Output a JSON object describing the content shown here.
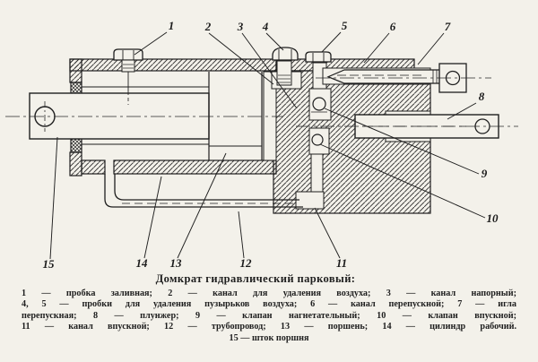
{
  "figure": {
    "callouts": [
      "1",
      "2",
      "3",
      "4",
      "5",
      "6",
      "7",
      "8",
      "9",
      "10",
      "11",
      "12",
      "13",
      "14",
      "15"
    ]
  },
  "caption": {
    "title": "Домкрат гидравлический парковый:",
    "lines": [
      "1 — пробка заливная; 2 — канал для удаления воздуха; 3 — канал напорный;",
      "4, 5 — пробки для удаления пузырьков воздуха; 6 — канал перепускной; 7 — игла",
      "перепускная; 8 — плунжер; 9 — клапан нагнетательный; 10 — клапан впускной;",
      "11 — канал впускной; 12 — трубопровод; 13 — поршень; 14 — цилиндр рабочий.",
      "15 — шток поршня"
    ]
  },
  "colors": {
    "paper": "#f3f1ea",
    "ink": "#1f1f1f"
  }
}
